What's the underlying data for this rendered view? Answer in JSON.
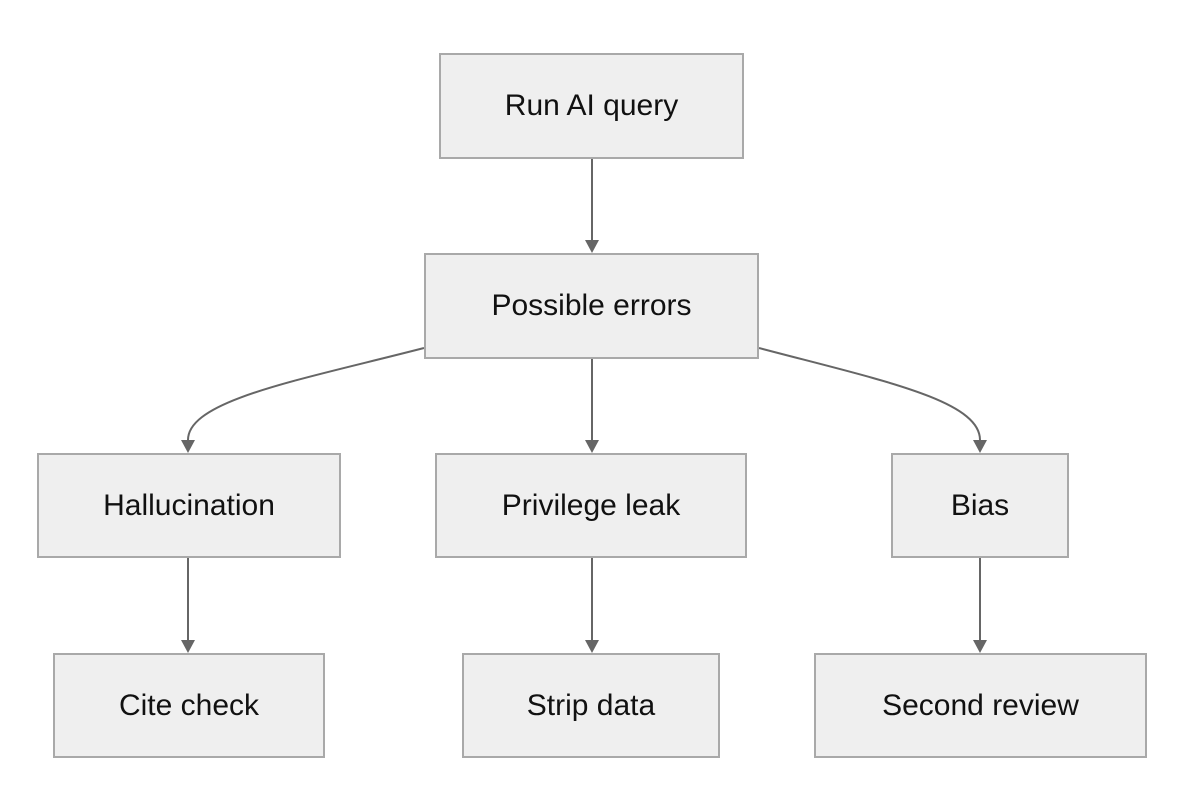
{
  "colors": {
    "node_fill": "#efefef",
    "node_border": "#a9a9a9",
    "edge": "#666666",
    "text": "#111111"
  },
  "nodes": {
    "run": "Run AI query",
    "errors": "Possible errors",
    "hallucination": "Hallucination",
    "privilege": "Privilege leak",
    "bias": "Bias",
    "cite": "Cite check",
    "strip": "Strip data",
    "second": "Second review"
  },
  "edges": [
    [
      "run",
      "errors"
    ],
    [
      "errors",
      "hallucination"
    ],
    [
      "errors",
      "privilege"
    ],
    [
      "errors",
      "bias"
    ],
    [
      "hallucination",
      "cite"
    ],
    [
      "privilege",
      "strip"
    ],
    [
      "bias",
      "second"
    ]
  ]
}
